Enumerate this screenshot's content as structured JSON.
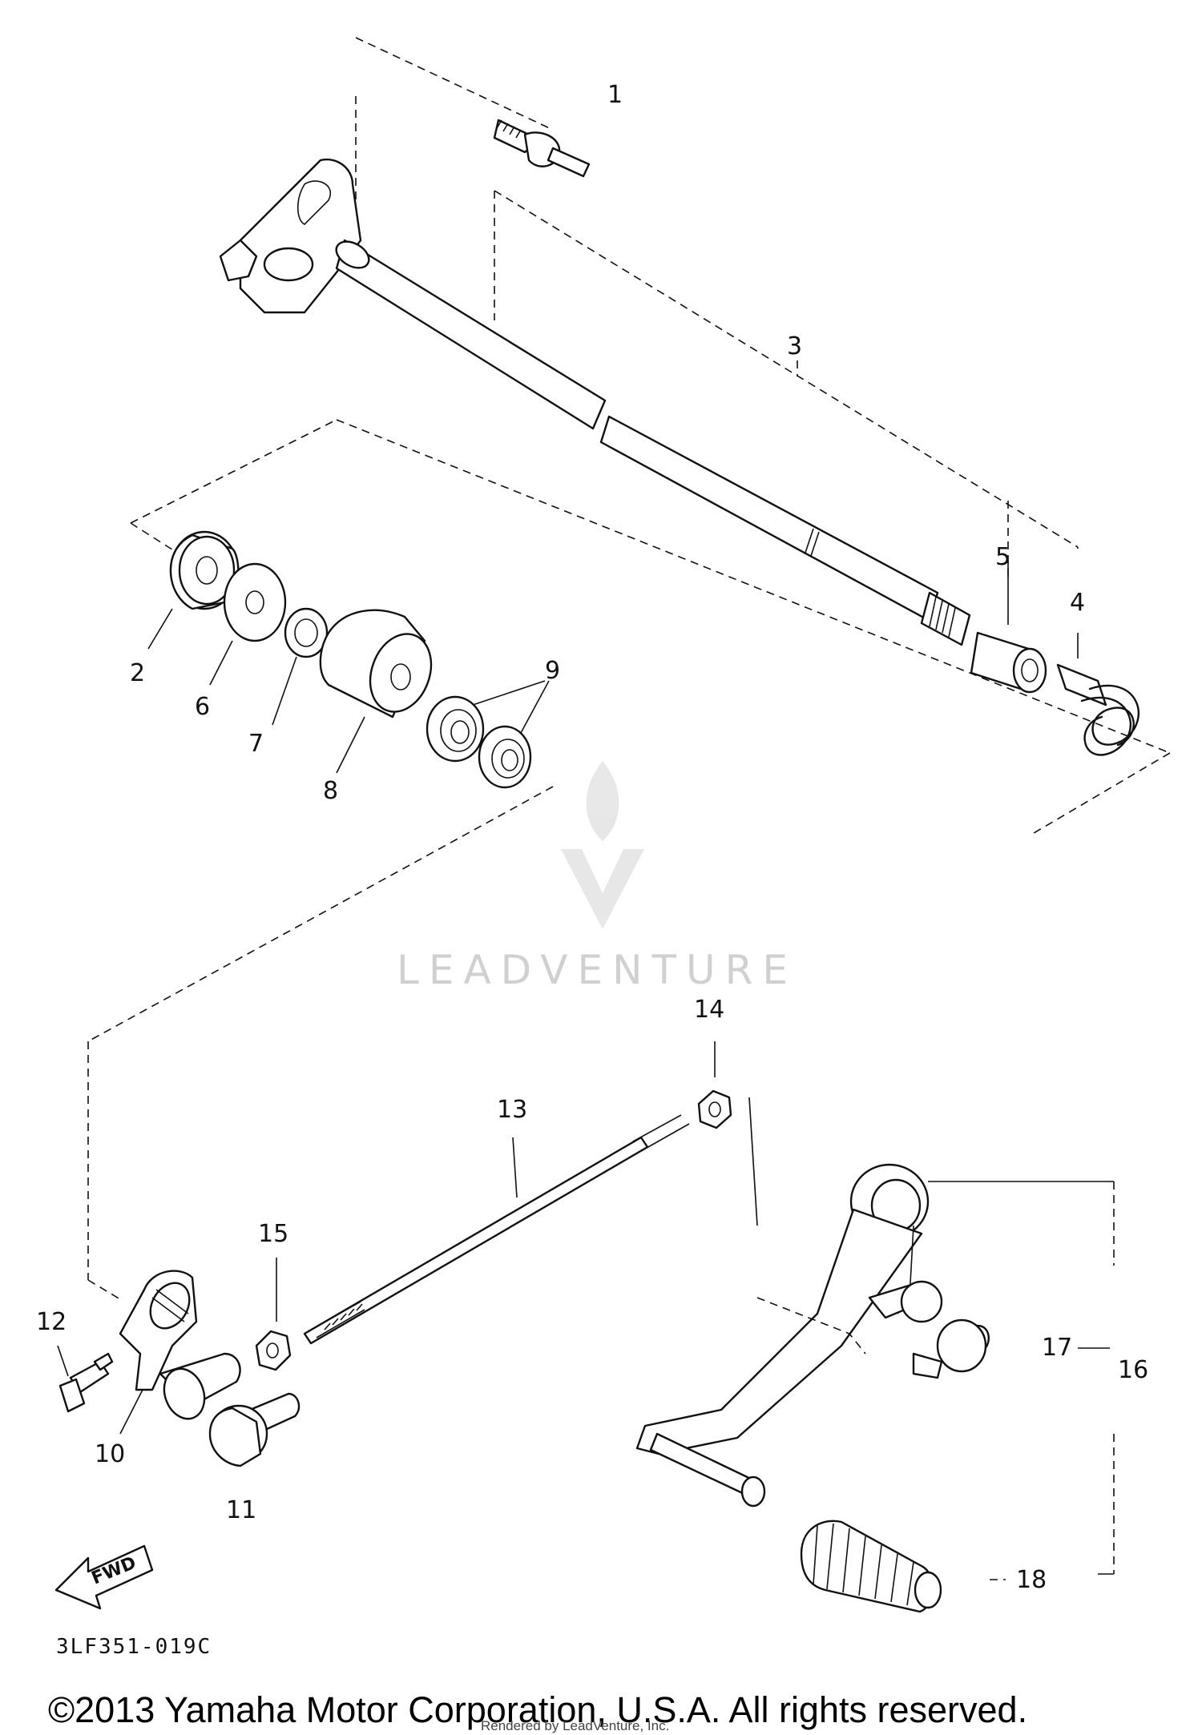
{
  "diagram": {
    "callouts": [
      "1",
      "2",
      "3",
      "4",
      "5",
      "6",
      "7",
      "8",
      "9",
      "10",
      "11",
      "12",
      "13",
      "14",
      "15",
      "16",
      "17",
      "18"
    ],
    "direction_label": "FWD",
    "figure_code": "3LF351-019C",
    "watermark": "LEADVENTURE",
    "rendered_note": "Rendered by LeadVenture, Inc.",
    "copyright": "©2013 Yamaha Motor Corporation, U.S.A. All rights reserved."
  }
}
